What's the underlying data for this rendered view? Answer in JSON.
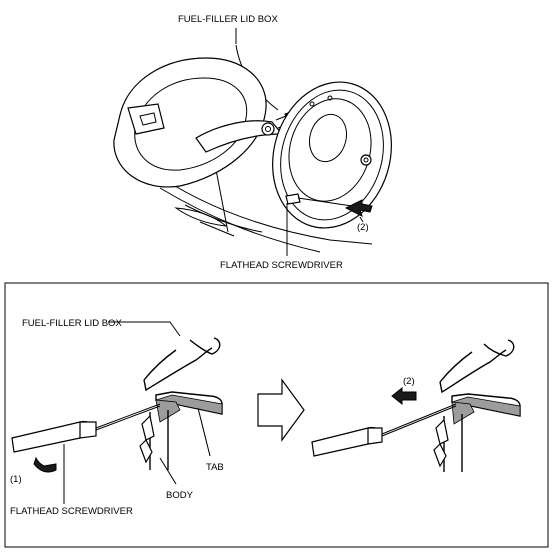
{
  "top_view": {
    "label_lid_box": "FUEL-FILLER LID BOX",
    "label_screwdriver": "FLATHEAD SCREWDRIVER",
    "label_step2": "(2)"
  },
  "detail_view": {
    "label_lid_box": "FUEL-FILLER LID BOX",
    "label_tab": "TAB",
    "label_body": "BODY",
    "label_screwdriver": "FLATHEAD SCREWDRIVER",
    "label_step1": "(1)",
    "label_step2": "(2)"
  }
}
